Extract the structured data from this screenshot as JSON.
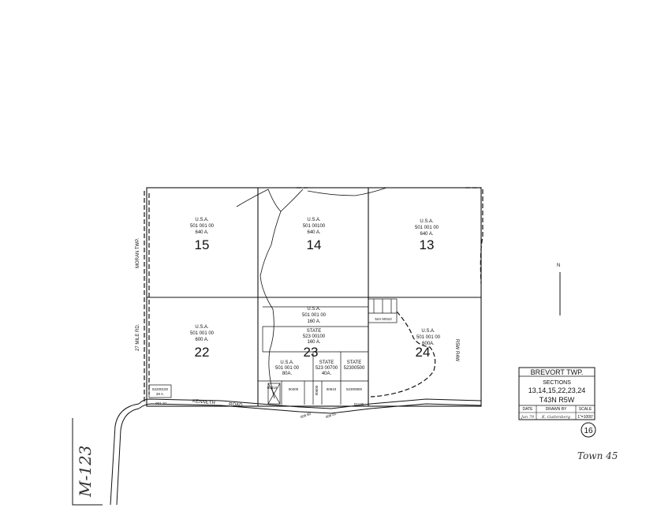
{
  "sections": [
    {
      "id": "s15",
      "owner": "U.S.A.",
      "parcel": "501 001 00",
      "acres": "640 A.",
      "number": "15"
    },
    {
      "id": "s14",
      "owner": "U.S.A.",
      "parcel": "501 00100",
      "acres": "640 A.",
      "number": "14"
    },
    {
      "id": "s13",
      "owner": "U.S.A.",
      "parcel": "501 001 00",
      "acres": "640 A.",
      "number": "13"
    },
    {
      "id": "s22",
      "owner": "U.S.A.",
      "parcel": "501 001 00",
      "acres": "600 A.",
      "number": "22"
    },
    {
      "id": "s23",
      "owner": "U.S.A.",
      "parcel": "501 001 00",
      "acres": "160 A.",
      "number": "23"
    },
    {
      "id": "s24",
      "owner": "U.S.A.",
      "parcel": "501 001 00",
      "acres": "600A.",
      "number": "24"
    }
  ],
  "parcels": {
    "state_23": {
      "owner": "STATE",
      "parcel": "523 00100",
      "acres": "160 A."
    },
    "usa_80": {
      "owner": "U.S.A.",
      "parcel": "501 001 00",
      "acres": "80A."
    },
    "state_40": {
      "owner": "STATE",
      "parcel": "523 00700",
      "acres": "40A."
    },
    "state_00500": {
      "owner": "STATE",
      "parcel": "52300500"
    },
    "p524": "524 00310",
    "p522": "52200100",
    "p522_acres": "29 A.",
    "p00110": "001 10",
    "p00400": "00400",
    "p00600": "00600",
    "p00610": "00610",
    "p00900": "52300900",
    "p01100": "01100",
    "p00680": "006 80",
    "p00601": "006 01",
    "p00310": "00310"
  },
  "road_labels": {
    "kenneth": "KENNETH",
    "road": "ROAD",
    "mile_rd": "27 MILE RD.",
    "moran_twp": "MORAN TWP.",
    "range": "R5W  R4W"
  },
  "title_block": {
    "township": "BREVORT TWP.",
    "sections_label": "SECTIONS",
    "sections_list": "13,14,15,22,23,24",
    "town_range": "T43N R5W",
    "col_date": "DATE",
    "col_drawn_by": "DRAWN BY",
    "col_scale": "SCALE",
    "val_date": "Jan 79",
    "val_drawn_by": "K. Guttenberg",
    "val_scale": "1\"=1000'"
  },
  "sheet_number": "16",
  "highway_label": "M-123",
  "handwritten_note": "Town 45",
  "north_label": "N"
}
